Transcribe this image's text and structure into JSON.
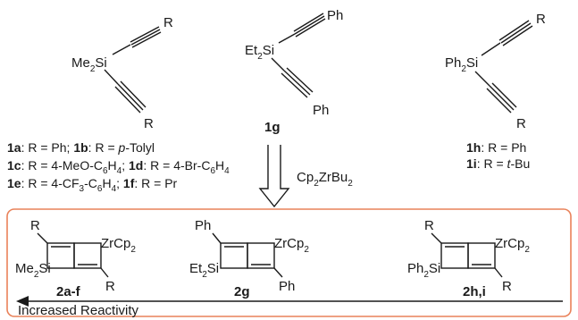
{
  "reactants": {
    "r1": {
      "rgroup_top": "R",
      "silicon_prefix": "Me",
      "silicon_sub": "2",
      "silicon_suffix": "Si",
      "rgroup_bottom": "R",
      "legend": [
        [
          {
            "t": "1a",
            "b": true
          },
          {
            "t": ": R = Ph; "
          },
          {
            "t": "1b",
            "b": true
          },
          {
            "t": ": R = "
          },
          {
            "t": "p",
            "i": true
          },
          {
            "t": "-Tolyl"
          }
        ],
        [
          {
            "t": "1c",
            "b": true
          },
          {
            "t": ": R = 4-MeO-C"
          },
          {
            "t": "6",
            "s": true
          },
          {
            "t": "H"
          },
          {
            "t": "4",
            "s": true
          },
          {
            "t": "; "
          },
          {
            "t": "1d",
            "b": true
          },
          {
            "t": ": R = 4-Br-C"
          },
          {
            "t": "6",
            "s": true
          },
          {
            "t": "H"
          },
          {
            "t": "4",
            "s": true
          }
        ],
        [
          {
            "t": "1e",
            "b": true
          },
          {
            "t": ": R = 4-CF"
          },
          {
            "t": "3",
            "s": true
          },
          {
            "t": "-C"
          },
          {
            "t": "6",
            "s": true
          },
          {
            "t": "H"
          },
          {
            "t": "4",
            "s": true
          },
          {
            "t": "; "
          },
          {
            "t": "1f",
            "b": true
          },
          {
            "t": ": R = Pr"
          }
        ]
      ]
    },
    "r2": {
      "rgroup_top": "Ph",
      "silicon_prefix": "Et",
      "silicon_sub": "2",
      "silicon_suffix": "Si",
      "rgroup_bottom": "Ph",
      "compound_label": "1g"
    },
    "r3": {
      "rgroup_top": "R",
      "silicon_prefix": "Ph",
      "silicon_sub": "2",
      "silicon_suffix": "Si",
      "rgroup_bottom": "R",
      "legend": [
        [
          {
            "t": "1h",
            "b": true
          },
          {
            "t": ": R = Ph"
          }
        ],
        [
          {
            "t": "1i",
            "b": true
          },
          {
            "t": ": R = "
          },
          {
            "t": "t",
            "i": true
          },
          {
            "t": "-Bu"
          }
        ]
      ]
    }
  },
  "reagent": {
    "prefix": "Cp",
    "sub1": "2",
    "middle": "ZrBu",
    "sub2": "2"
  },
  "products": {
    "p1": {
      "substituent": "R",
      "silicon_prefix": "Me",
      "silicon_sub": "2",
      "silicon_suffix": "Si",
      "zr_prefix": "ZrCp",
      "zr_sub": "2",
      "compound_label": "2a-f"
    },
    "p2": {
      "substituent": "Ph",
      "silicon_prefix": "Et",
      "silicon_sub": "2",
      "silicon_suffix": "Si",
      "zr_prefix": "ZrCp",
      "zr_sub": "2",
      "compound_label": "2g"
    },
    "p3": {
      "substituent": "R",
      "silicon_prefix": "Ph",
      "silicon_sub": "2",
      "silicon_suffix": "Si",
      "zr_prefix": "ZrCp",
      "zr_sub": "2",
      "compound_label": "2h,i"
    }
  },
  "trend_label": "Increased Reactivity",
  "colors": {
    "box_border": "#e9825a",
    "ink": "#1a1a1a"
  }
}
